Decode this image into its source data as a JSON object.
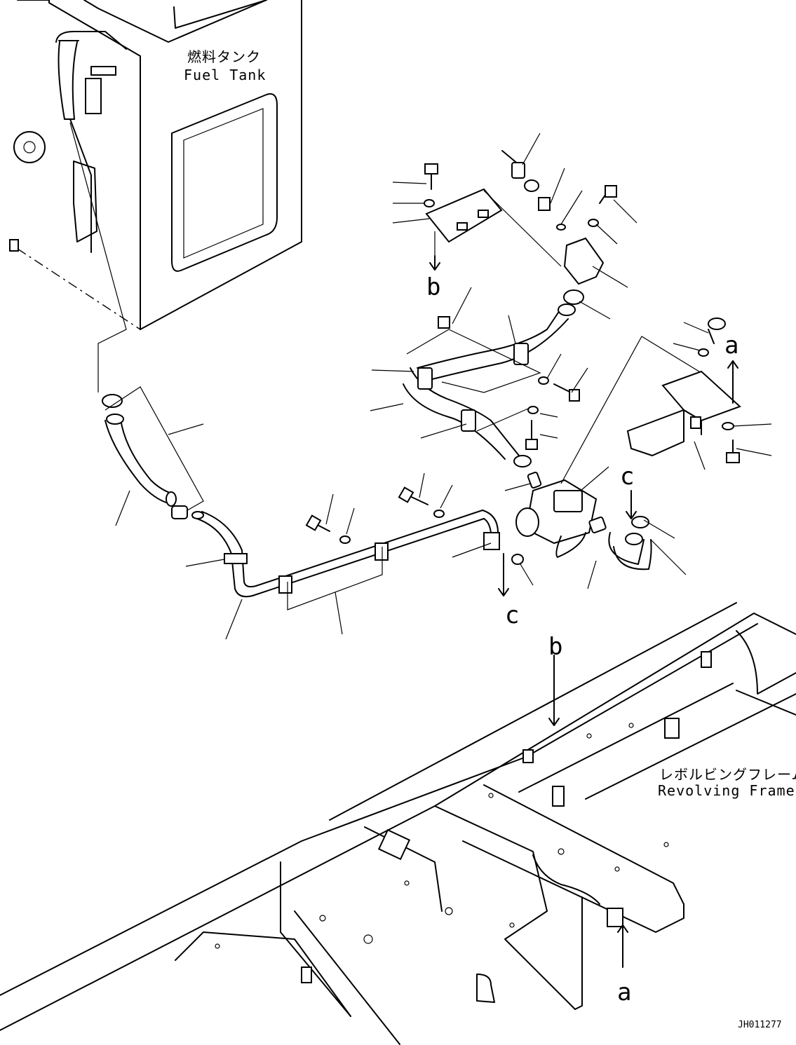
{
  "labels": {
    "fuel_tank_jp": "燃料タンク",
    "fuel_tank_en": "Fuel Tank",
    "revolving_frame_jp": "レボルビングフレーム",
    "revolving_frame_en": "Revolving Frame",
    "ref_a_top": "a",
    "ref_b_top": "b",
    "ref_c_right": "c",
    "ref_c_bottom": "c",
    "ref_b_frame": "b",
    "ref_a_frame": "a",
    "drawing_code": "JH011277"
  }
}
